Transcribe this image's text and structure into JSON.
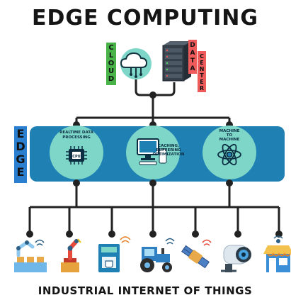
{
  "title": "EDGE COMPUTING",
  "subtitle": "INDUSTRIAL INTERNET OF THINGS",
  "cloud_label": "CLOUD",
  "datacenter_label": "DATA CENTER",
  "edge_label": "EDGE",
  "edge_nodes": [
    {
      "label": "REALTIME DATA PROCESSING",
      "icon": "cpu-icon"
    },
    {
      "label": "CACHING, BUFFERING OPTIMIZATION",
      "icon": "computer-icon"
    },
    {
      "label": "MACHINE TO MACHINE",
      "icon": "atom-icon"
    }
  ],
  "devices": [
    {
      "name": "robot-arm-assembly"
    },
    {
      "name": "robot-arm-welding"
    },
    {
      "name": "coffee-machine"
    },
    {
      "name": "tractor"
    },
    {
      "name": "satellite"
    },
    {
      "name": "security-camera"
    },
    {
      "name": "smart-store"
    }
  ],
  "colors": {
    "edge_band": "#1f80b3",
    "node_fill": "#7ed6c8",
    "cloud_tag": "#49b34a",
    "datacenter_tag": "#ef5b5b",
    "edge_tag": "#2a7fd1",
    "line": "#222222"
  }
}
